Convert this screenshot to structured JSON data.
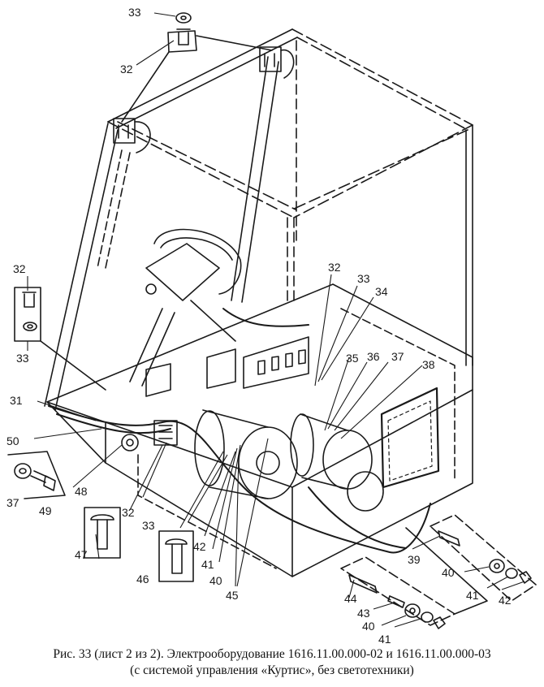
{
  "caption": {
    "line1": "Рис. 33 (лист 2 из 2). Электрооборудование 1616.11.00.000-02 и 1616.11.00.000-03",
    "line2": "(с системой управления «Куртис», без светотехники)"
  },
  "callouts": [
    {
      "id": "c33a",
      "text": "33"
    },
    {
      "id": "c32a",
      "text": "32"
    },
    {
      "id": "c32b",
      "text": "32"
    },
    {
      "id": "c33b",
      "text": "33"
    },
    {
      "id": "c31",
      "text": "31"
    },
    {
      "id": "c50",
      "text": "50"
    },
    {
      "id": "c37a",
      "text": "37"
    },
    {
      "id": "c49",
      "text": "49"
    },
    {
      "id": "c48",
      "text": "48"
    },
    {
      "id": "c47",
      "text": "47"
    },
    {
      "id": "c32c",
      "text": "32"
    },
    {
      "id": "c33c",
      "text": "33"
    },
    {
      "id": "c46",
      "text": "46"
    },
    {
      "id": "c42a",
      "text": "42"
    },
    {
      "id": "c41a",
      "text": "41"
    },
    {
      "id": "c40a",
      "text": "40"
    },
    {
      "id": "c45",
      "text": "45"
    },
    {
      "id": "c32d",
      "text": "32"
    },
    {
      "id": "c33d",
      "text": "33"
    },
    {
      "id": "c34",
      "text": "34"
    },
    {
      "id": "c35",
      "text": "35"
    },
    {
      "id": "c36",
      "text": "36"
    },
    {
      "id": "c37b",
      "text": "37"
    },
    {
      "id": "c38",
      "text": "38"
    },
    {
      "id": "c39",
      "text": "39"
    },
    {
      "id": "c40b",
      "text": "40"
    },
    {
      "id": "c41b",
      "text": "41"
    },
    {
      "id": "c42b",
      "text": "42"
    },
    {
      "id": "c44",
      "text": "44"
    },
    {
      "id": "c43",
      "text": "43"
    },
    {
      "id": "c40c",
      "text": "40"
    },
    {
      "id": "c41c",
      "text": "41"
    }
  ]
}
